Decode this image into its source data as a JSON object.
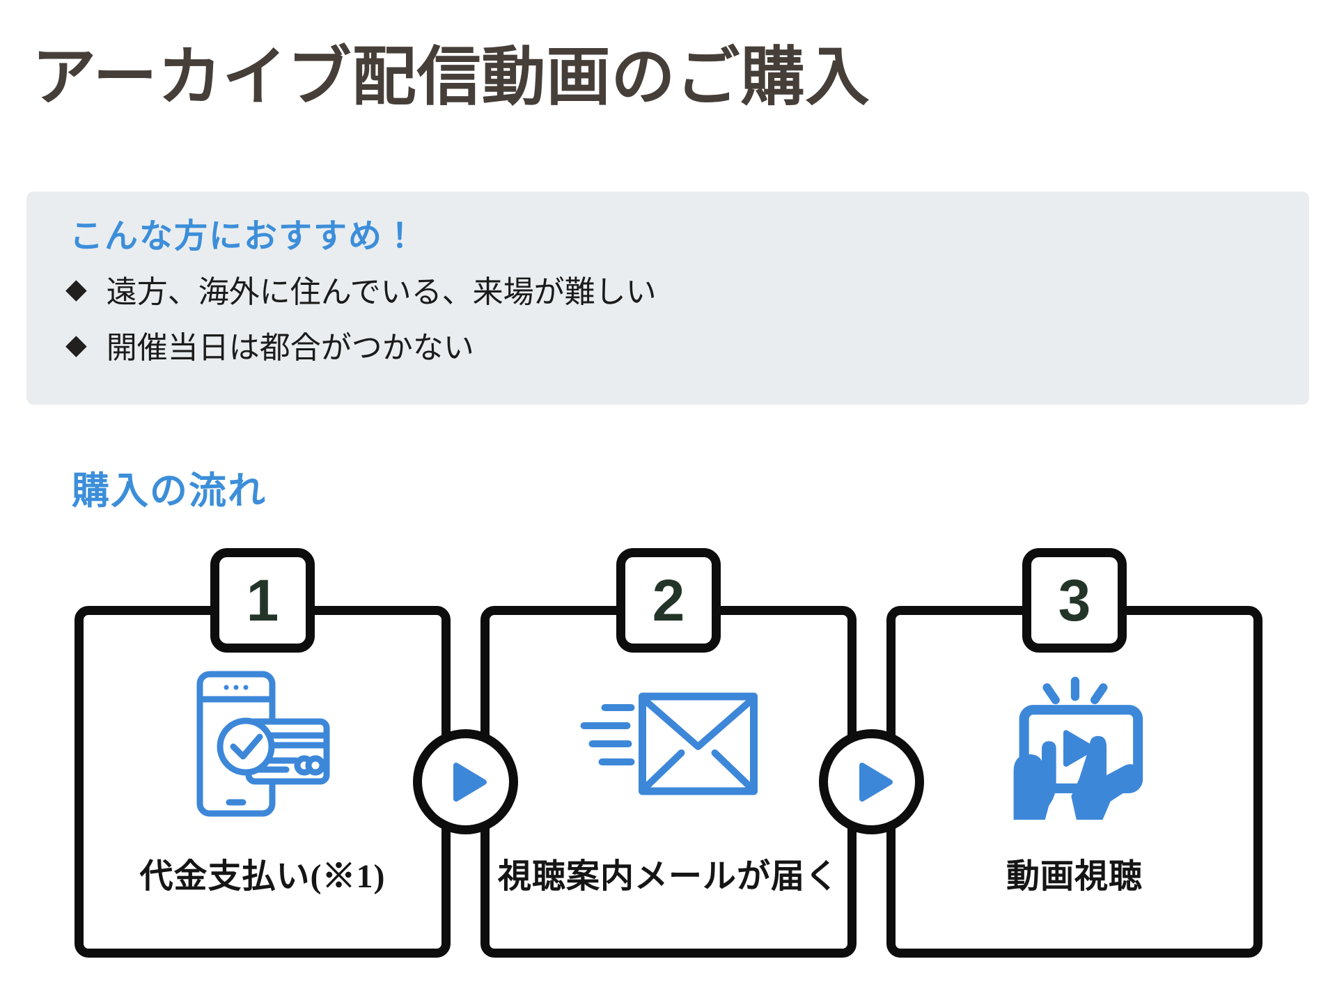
{
  "page": {
    "title": "アーカイブ配信動画のご購入"
  },
  "recommend": {
    "heading": "こんな方におすすめ！",
    "marker": "◆",
    "bullets": [
      "遠方、海外に住んでいる、来場が難しい",
      "開催当日は都合がつかない"
    ]
  },
  "flow": {
    "heading": "購入の流れ",
    "steps": [
      {
        "number": "1",
        "label": "代金支払い(※1)",
        "icon": "mobile-payment-icon"
      },
      {
        "number": "2",
        "label": "視聴案内メールが届く",
        "icon": "speeding-email-icon"
      },
      {
        "number": "3",
        "label": "動画視聴",
        "icon": "watch-video-icon"
      }
    ],
    "arrow_icon": "play-arrow-icon"
  },
  "colors": {
    "accent_blue": "#3c8ed9",
    "icon_blue": "#3d87d9",
    "outline_black": "#0d0d0d",
    "number_green": "#233528",
    "panel_bg": "#e9edf0",
    "title_brown": "#463e38",
    "text_black": "#1b1b1b"
  }
}
